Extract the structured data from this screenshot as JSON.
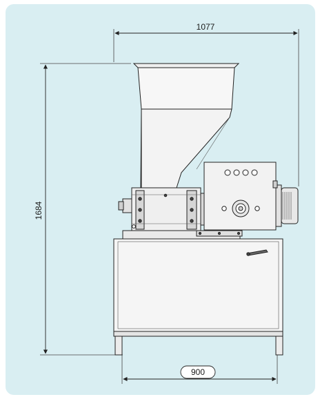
{
  "dimensions": {
    "overall_width": "1077",
    "overall_height": "1684",
    "base_width": "900"
  },
  "colors": {
    "background": "#d9eef2",
    "line": "#222222",
    "metal_light": "#f4f4f4",
    "metal_mid": "#dcdcdc"
  }
}
